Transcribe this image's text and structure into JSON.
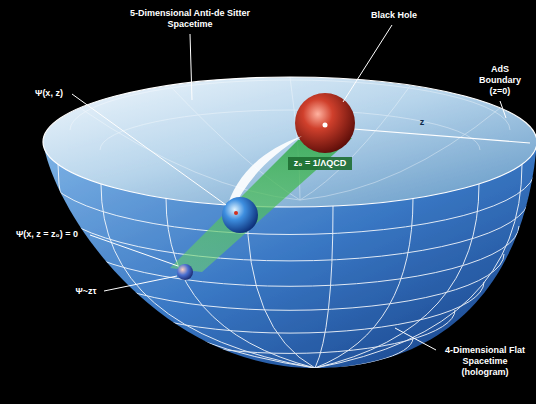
{
  "diagram": {
    "labels": [
      "5-Dimensional Anti-de Sitter Spacetime",
      "Black Hole",
      "AdS Boundary (z=0)",
      "Ψ(x, z)",
      "z",
      "z₀ = 1/ΛQCD",
      "Ψ(x, z = z₀) = 0",
      "Ψ~zτ",
      "4-Dimensional Flat Spacetime (hologram)"
    ]
  }
}
